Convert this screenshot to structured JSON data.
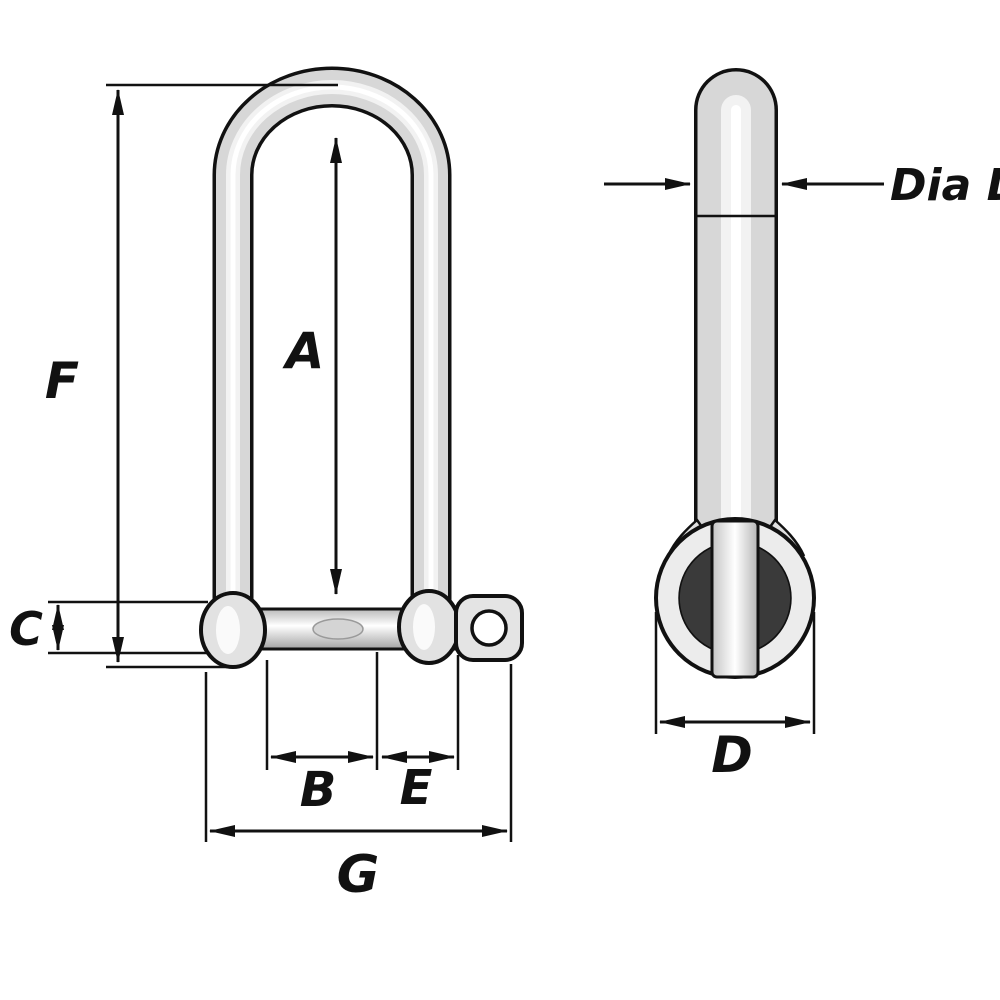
{
  "figure": {
    "type": "technical-drawing",
    "labels": {
      "A": "A",
      "B": "B",
      "C": "C",
      "D": "D",
      "E": "E",
      "F": "F",
      "G": "G",
      "diaD": "Dia D"
    },
    "colors": {
      "line": "#111111",
      "metal_mid": "#d7d7d7",
      "metal_light": "#f2f2f2",
      "metal_core": "#ffffff",
      "shadow_dark": "#3a3a3a",
      "background": "#ffffff"
    }
  }
}
